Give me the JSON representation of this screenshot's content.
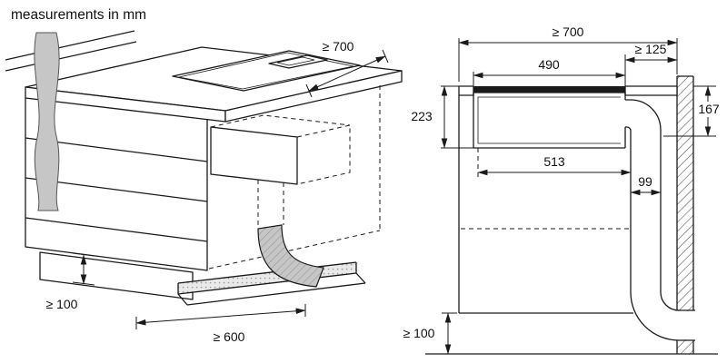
{
  "title": "measurements in mm",
  "colors": {
    "line": "#1a1a1a",
    "shade_gray": "#c6c6c6",
    "hatch": "#555555"
  },
  "perspective_view": {
    "dim_depth": "≥ 700",
    "dim_plinth_height": "≥ 100",
    "dim_min_width": "≥ 600"
  },
  "section_view": {
    "dim_min_worktop_depth": "≥ 700",
    "dim_rear_clearance": "≥ 125",
    "dim_unit_width": "490",
    "dim_unit_depth": "223",
    "dim_duct_drop": "167",
    "dim_inner_width": "513",
    "dim_duct_width": "99",
    "dim_plinth_height": "≥ 100"
  }
}
